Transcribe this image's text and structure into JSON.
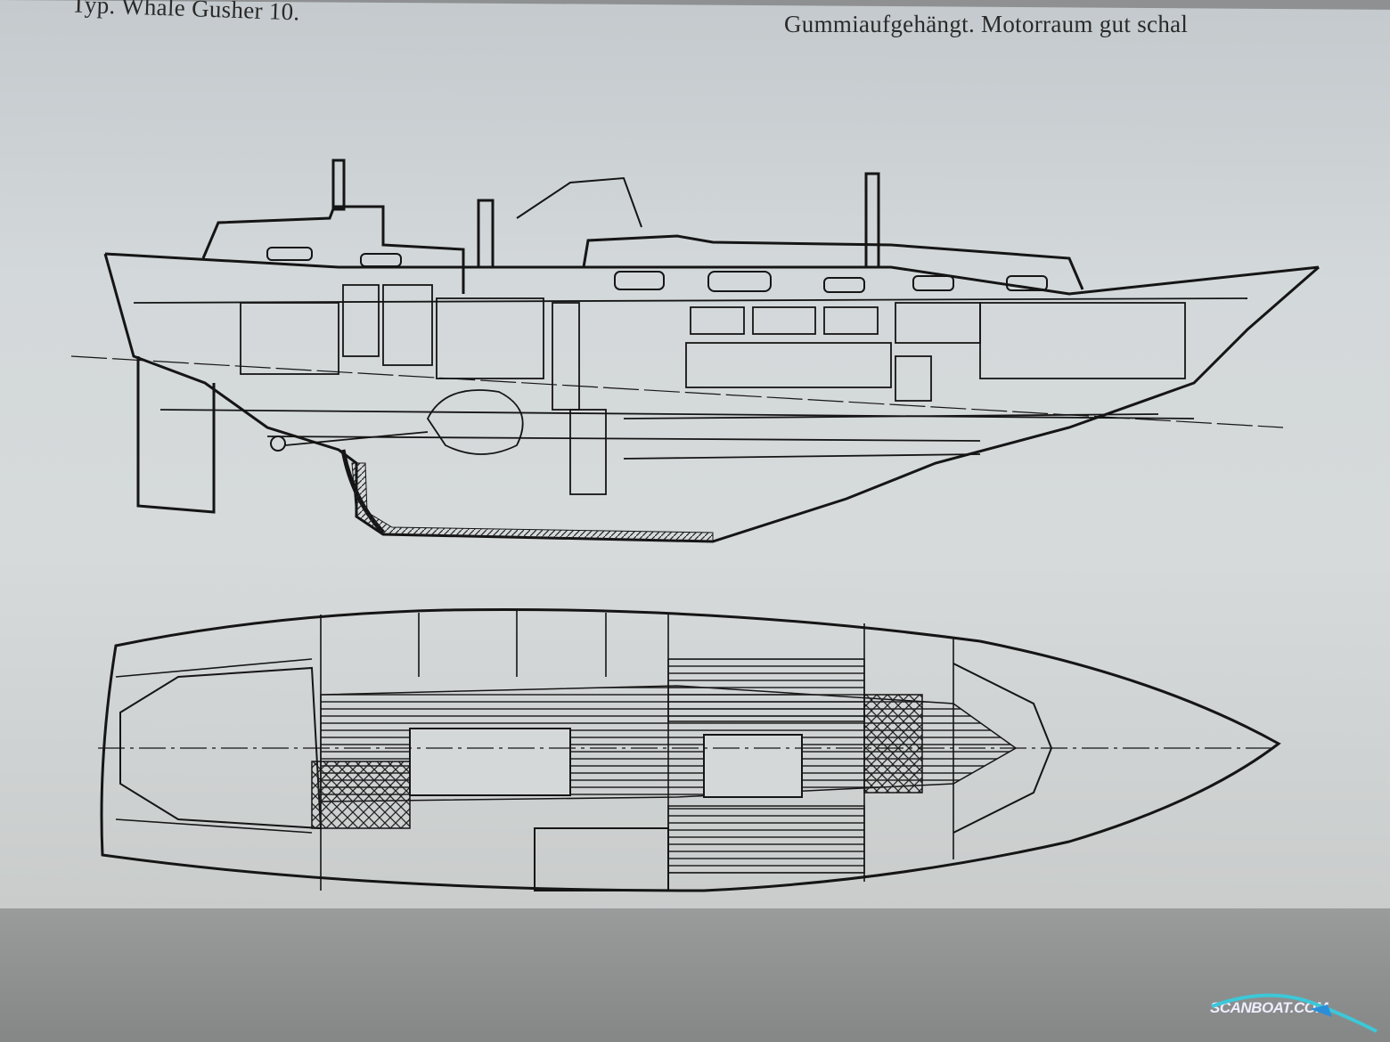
{
  "captions": {
    "left": "Typ. Whale Gusher 10.",
    "right": "Gummiaufgehängt. Motorraum gut schal"
  },
  "watermark": "SCANBOAT.COM",
  "colors": {
    "paper": "#d3d8da",
    "ink": "#1a1a1a",
    "watermark": "#3cc8d8"
  }
}
